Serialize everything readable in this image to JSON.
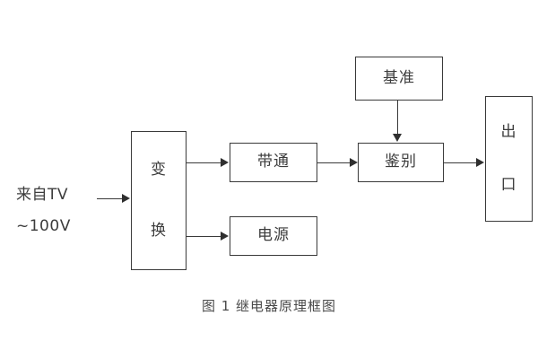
{
  "figure": {
    "caption": "图 1  继电器原理框图",
    "background_color": "#ffffff",
    "line_color": "#3a3a3a",
    "text_color": "#3c3c3c"
  },
  "source_label": {
    "line1": "来自TV",
    "line2": "~100V"
  },
  "blocks": {
    "convert": {
      "label_line1": "变",
      "label_line2": "换"
    },
    "bandpass": {
      "label": "带通"
    },
    "power": {
      "label": "电源"
    },
    "discriminate": {
      "label": "鉴别"
    },
    "reference": {
      "label": "基准"
    },
    "output": {
      "label_line1": "出",
      "label_line2": "口"
    }
  },
  "connections": [
    {
      "name": "source-to-convert",
      "from": "来自TV ~100V",
      "to": "变换",
      "direction": "right"
    },
    {
      "name": "convert-to-bandpass",
      "from": "变换",
      "to": "带通",
      "direction": "right"
    },
    {
      "name": "convert-to-power",
      "from": "变换",
      "to": "电源",
      "direction": "right"
    },
    {
      "name": "bandpass-to-discriminate",
      "from": "带通",
      "to": "鉴别",
      "direction": "right"
    },
    {
      "name": "reference-to-discriminate",
      "from": "基准",
      "to": "鉴别",
      "direction": "down"
    },
    {
      "name": "discriminate-to-output",
      "from": "鉴别",
      "to": "出口",
      "direction": "right"
    }
  ]
}
